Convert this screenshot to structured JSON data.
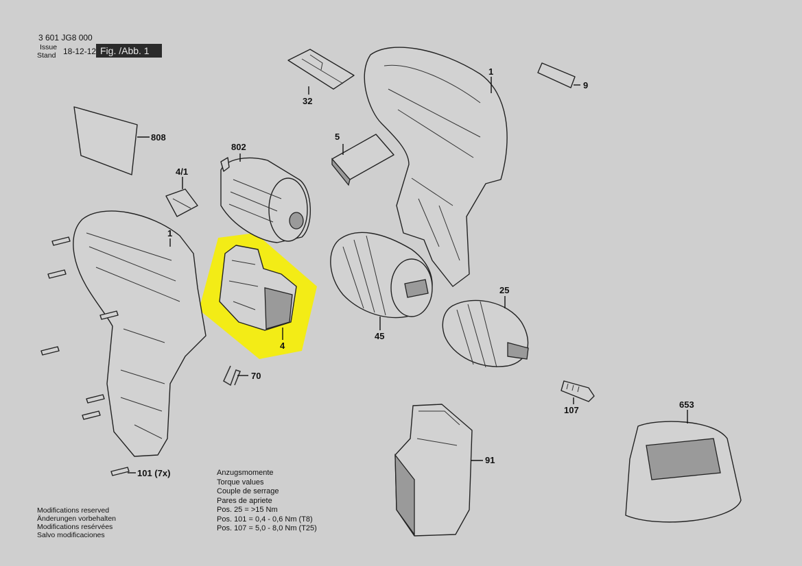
{
  "header": {
    "doc_number": "3 601 JG8 000",
    "issue_label": "Issue",
    "stand_label": "Stand",
    "issue_date": "18-12-12",
    "figure_label": "Fig. /Abb. 1"
  },
  "callouts": {
    "p1_housing_right": "1",
    "p1_housing_left": "1",
    "p9": "9",
    "p32": "32",
    "p808": "808",
    "p802": "802",
    "p5": "5",
    "p4_1": "4/1",
    "p4": "4",
    "p25": "25",
    "p45": "45",
    "p70": "70",
    "p107": "107",
    "p653": "653",
    "p91": "91",
    "p101": "101 (7x)"
  },
  "torque": {
    "lines": [
      "Anzugsmomente",
      "Torque values",
      "Couple de serrage",
      "Pares de apriete",
      "Pos.  25  = >15 Nm",
      "Pos. 101 = 0,4 - 0,6 Nm (T8)",
      "Pos. 107 = 5,0 - 8,0 Nm (T25)"
    ]
  },
  "notes": {
    "lines": [
      "Modifications reserved",
      "Änderungen vorbehalten",
      "Modifications resérvées",
      "Salvo modificaciones"
    ]
  },
  "highlight_color": "#f3ec16",
  "background_color": "#cfcfcf"
}
